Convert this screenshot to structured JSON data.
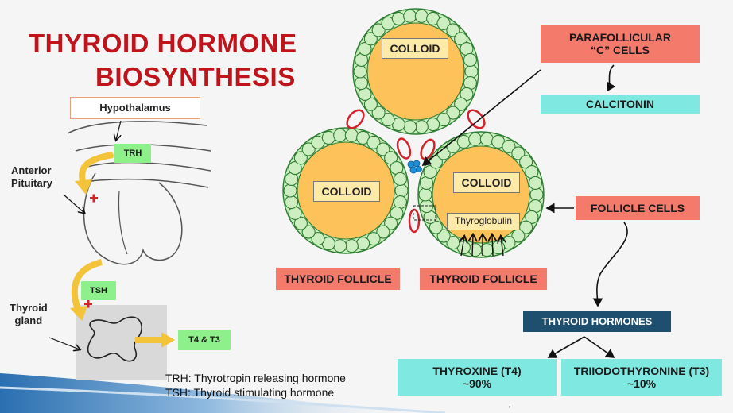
{
  "title": {
    "line1": "THYROID HORMONE",
    "line2": "BIOSYNTHESIS"
  },
  "axis": {
    "hypothalamus": "Hypothalamus",
    "trh": "TRH",
    "anterior_pituitary": "Anterior\nPituitary",
    "tsh": "TSH",
    "thyroid_gland": "Thyroid\ngland",
    "t4_t3": "T4 & T3"
  },
  "follicles": {
    "colloid_top": "COLLOID",
    "colloid_left": "COLLOID",
    "colloid_right": "COLLOID",
    "thyroglobulin": "Thyroglobulin",
    "label_left": "THYROID FOLLICLE",
    "label_right": "THYROID FOLLICLE"
  },
  "right_panel": {
    "parafollicular": "PARAFOLLICULAR\n“C” CELLS",
    "calcitonin": "CALCITONIN",
    "follicle_cells": "FOLLICLE CELLS",
    "thyroid_hormones": "THYROID HORMONES",
    "thyroxine": "THYROXINE (T4)\n~90%",
    "triiodothyronine": "TRIIODOTHYRONINE (T3)\n~10%"
  },
  "legend": {
    "trh": "TRH: Thyrotropin releasing hormone",
    "tsh": "TSH: Thyroid stimulating hormone"
  },
  "colors": {
    "title": "#c0141c",
    "salmon": "#f47a6c",
    "teal": "#7fe8e0",
    "green_label": "#8ef08a",
    "colloid": "#fdc35a",
    "cell": "#cdeec0",
    "navy": "#1e4f6e",
    "arrow_yellow": "#f3c33a"
  }
}
